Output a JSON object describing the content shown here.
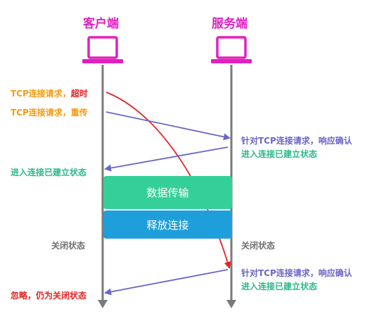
{
  "colors": {
    "header": "#e020c0",
    "lifeline": "#7a7a7a",
    "message_arrow": "#6a66c8",
    "lost_arrow": "#e82020",
    "data_block": "#35d09a",
    "release_block": "#1e9fdb",
    "orange_text": "#f59a10",
    "green_text": "#2db888",
    "gray_text": "#707070"
  },
  "client": {
    "title": "客户端",
    "icon": "laptop-icon"
  },
  "server": {
    "title": "服务端",
    "icon": "laptop-icon"
  },
  "labels": {
    "client_timeout_prefix": "TCP连接请求，",
    "client_timeout_suffix": "超时",
    "client_resend": "TCP连接请求，重传",
    "server_ack_1": "针对TCP连接请求，响应确认",
    "server_established_1": "进入连接已建立状态",
    "client_established": "进入连接已建立状态",
    "data_transfer": "数据传输",
    "release": "释放连接",
    "client_closed": "关闭状态",
    "server_closed": "关闭状态",
    "server_ack_2": "针对TCP连接请求，响应确认",
    "server_established_2": "进入连接已建立状态",
    "client_ignore": "忽略，仍为关闭状态"
  }
}
